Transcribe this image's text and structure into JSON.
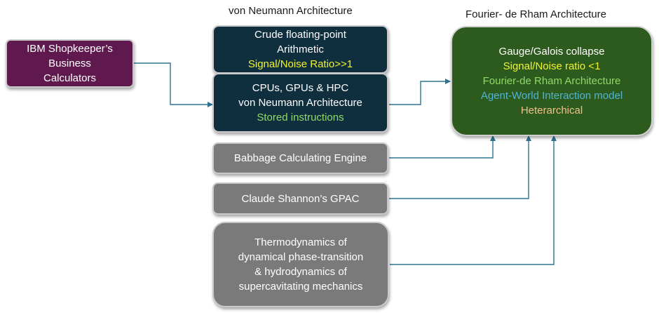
{
  "titles": {
    "von_neumann": "von Neumann Architecture",
    "fourier": "Fourier- de Rham Architecture"
  },
  "ibm": {
    "line1": "IBM Shopkeeper’s",
    "line2": "Business",
    "line3": "Calculators"
  },
  "crude": {
    "line1": "Crude floating-point",
    "line2": "Arithmetic",
    "line3": "Signal/Noise Ratio>>1"
  },
  "cpus": {
    "line1": "CPUs, GPUs & HPC",
    "line2": "von Neumann Architecture",
    "line3": "Stored instructions"
  },
  "babbage": {
    "label": "Babbage Calculating Engine"
  },
  "shannon": {
    "label": "Claude Shannon’s GPAC"
  },
  "thermo": {
    "line1": "Thermodynamics of",
    "line2": "dynamical phase-transition",
    "line3": "& hydrodynamics of",
    "line4": "supercavitating mechanics"
  },
  "gauge": {
    "line1": "Gauge/Galois collapse",
    "line2": "Signal/Noise ratio <1",
    "line3": "Fourier-de Rham Architecture",
    "line4": "Agent-World Interaction model",
    "line5": "Heterarchical"
  },
  "colors": {
    "dark_box": "#0f2f3f",
    "gray_box": "#7a7a7a",
    "purple_box": "#60194f",
    "green_box": "#2d5a1d",
    "yellow_text": "#f3f32a",
    "light_green_text": "#8fd96a",
    "cyan_text": "#4fb6d8",
    "peach_text": "#f2c28a",
    "connector": "#2f7391"
  }
}
